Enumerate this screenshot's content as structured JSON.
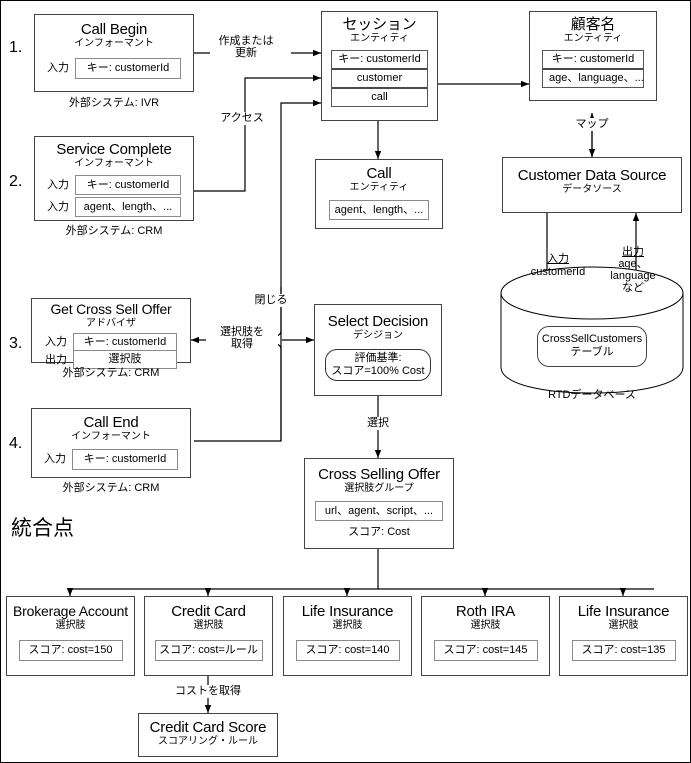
{
  "diagram": {
    "heading_integration_point": "統合点",
    "db_caption": "RTDデータベース",
    "steps": [
      "1.",
      "2.",
      "3.",
      "4."
    ],
    "left_nodes": [
      {
        "title": "Call Begin",
        "subtitle": "インフォーマント",
        "rows": [
          {
            "label": "入力",
            "value": "キー: customerId"
          }
        ],
        "ext_system": "外部システム: IVR"
      },
      {
        "title": "Service Complete",
        "subtitle": "インフォーマント",
        "rows": [
          {
            "label": "入力",
            "value": "キー: customerId"
          },
          {
            "label": "入力",
            "value": "agent、length、..."
          }
        ],
        "ext_system": "外部システム: CRM"
      },
      {
        "title": "Get Cross Sell Offer",
        "subtitle": "アドバイザ",
        "rows": [
          {
            "label": "入力",
            "value": "キー: customerId"
          },
          {
            "label": "出力",
            "value": "選択肢"
          }
        ],
        "ext_system": "外部システム: CRM"
      },
      {
        "title": "Call End",
        "subtitle": "インフォーマント",
        "rows": [
          {
            "label": "入力",
            "value": "キー: customerId"
          }
        ],
        "ext_system": "外部システム: CRM"
      }
    ],
    "session_entity": {
      "title": "セッション",
      "subtitle": "エンティティ",
      "cells": [
        "キー: customerId",
        "customer",
        "call"
      ]
    },
    "call_entity": {
      "title": "Call",
      "subtitle": "エンティティ",
      "cells": [
        "agent、length、..."
      ]
    },
    "customer_entity": {
      "title": "顧客名",
      "subtitle": "エンティティ",
      "cells": [
        "キー: customerId",
        "age、language、..."
      ]
    },
    "data_source": {
      "title": "Customer Data Source",
      "subtitle": "データソース"
    },
    "db_table": {
      "title": "CrossSellCustomers",
      "subtitle": "テーブル"
    },
    "select_decision": {
      "title": "Select Decision",
      "subtitle": "デシジョン",
      "criteria_line1": "評価基準:",
      "criteria_line2": "スコア=100% Cost"
    },
    "cross_selling_offer": {
      "title": "Cross Selling Offer",
      "subtitle": "選択肢グループ",
      "cell": "url、agent、script、...",
      "score": "スコア: Cost"
    },
    "offers": [
      {
        "title": "Brokerage Account",
        "subtitle": "選択肢",
        "score": "スコア: cost=150"
      },
      {
        "title": "Credit Card",
        "subtitle": "選択肢",
        "score": "スコア: cost=ルール"
      },
      {
        "title": "Life Insurance",
        "subtitle": "選択肢",
        "score": "スコア: cost=140"
      },
      {
        "title": "Roth IRA",
        "subtitle": "選択肢",
        "score": "スコア: cost=145"
      },
      {
        "title": "Life Insurance",
        "subtitle": "選択肢",
        "score": "スコア: cost=135"
      }
    ],
    "scoring_rule": {
      "title": "Credit Card Score",
      "subtitle": "スコアリング・ルール"
    },
    "edge_labels": {
      "create_or_update_l1": "作成または",
      "create_or_update_l2": "更新",
      "access": "アクセス",
      "map": "マップ",
      "close": "閉じる",
      "get_choices_l1": "選択肢を",
      "get_choices_l2": "取得",
      "select": "選択",
      "get_cost": "コストを取得",
      "db_input_title": "入力",
      "db_input_value": "customerId",
      "db_output_title": "出力",
      "db_output_l1": "age、",
      "db_output_l2": "language",
      "db_output_l3": "など"
    }
  }
}
